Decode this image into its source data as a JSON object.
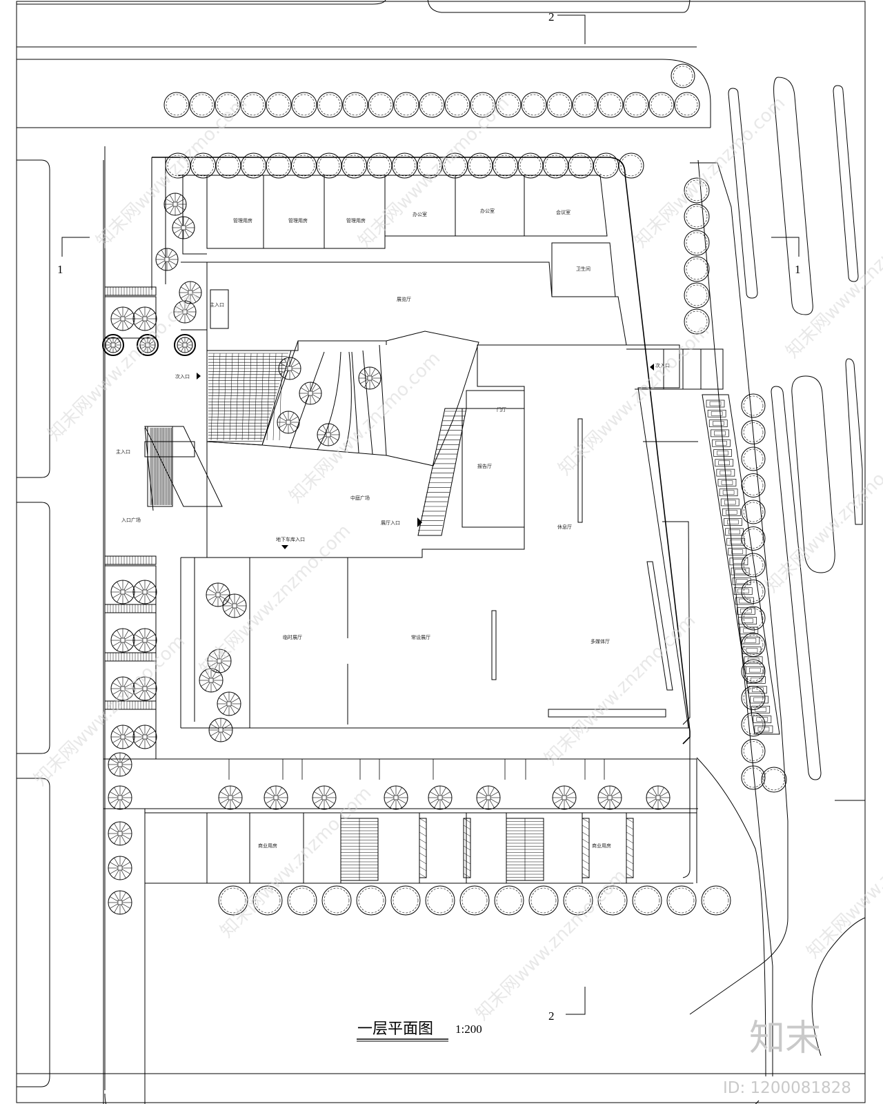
{
  "drawing": {
    "title": "一层平面图",
    "scale": "1:200"
  },
  "section_marks": {
    "top": "2",
    "bottom": "2",
    "left": "1",
    "right": "1"
  },
  "watermark": {
    "text": "知末网www.znzmo.com",
    "brand": "知末",
    "id_text": "ID: 1200081828"
  },
  "rooms": {
    "r1": "管理用房",
    "r2": "管理用房",
    "r3": "管理用房",
    "r4": "办公室",
    "r5": "办公室",
    "r6": "会议室",
    "r7": "卫生间",
    "r8": "展览厅",
    "r9": "主入口",
    "r10": "次入口",
    "r11": "主入口",
    "r12": "入口广场",
    "r13": "中庭广场",
    "r14": "展厅入口",
    "r15": "地下车库入口",
    "r16": "门厅",
    "r17": "报告厅",
    "r18": "休息厅",
    "r19": "临时展厅",
    "r20": "常设展厅",
    "r21": "多媒体厅",
    "r22": "商业用房",
    "r23": "商业用房",
    "r24": "次入口"
  },
  "colors": {
    "line": "#000000",
    "watermark": "#d6d6d6"
  }
}
